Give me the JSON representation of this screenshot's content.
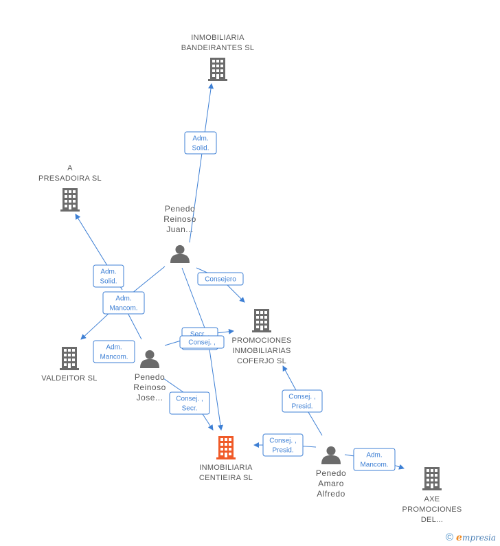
{
  "colors": {
    "edge": "#3d7fd4",
    "company": "#6b6b6b",
    "company_focus": "#f05a28",
    "person": "#6b6b6b"
  },
  "nodes": [
    {
      "id": "bandeirantes",
      "type": "company",
      "lines": [
        "INMOBILIARIA",
        "BANDEIRANTES SL"
      ],
      "icon": "building-icon"
    },
    {
      "id": "presadoira",
      "type": "company",
      "lines": [
        "A",
        "PRESADOIRA SL"
      ],
      "icon": "building-icon"
    },
    {
      "id": "juan",
      "type": "person",
      "lines": [
        "Penedo",
        "Reinoso",
        "Juan..."
      ],
      "icon": "person-icon"
    },
    {
      "id": "coferjo",
      "type": "company",
      "lines": [
        "PROMOCIONES",
        "INMOBILIARIAS",
        "COFERJO SL"
      ],
      "icon": "building-icon"
    },
    {
      "id": "valdeitor",
      "type": "company",
      "lines": [
        "VALDEITOR SL"
      ],
      "icon": "building-icon"
    },
    {
      "id": "jose",
      "type": "person",
      "lines": [
        "Penedo",
        "Reinoso",
        "Jose..."
      ],
      "icon": "person-icon"
    },
    {
      "id": "centieira",
      "type": "company_focus",
      "lines": [
        "INMOBILIARIA",
        "CENTIEIRA SL"
      ],
      "icon": "building-icon"
    },
    {
      "id": "alfredo",
      "type": "person",
      "lines": [
        "Penedo",
        "Amaro",
        "Alfredo"
      ],
      "icon": "person-icon"
    },
    {
      "id": "axe",
      "type": "company",
      "lines": [
        "AXE",
        "PROMOCIONES",
        "DEL..."
      ],
      "icon": "building-icon"
    }
  ],
  "edges": [
    {
      "id": "juan-bandeirantes",
      "lines": [
        "Adm.",
        "Solid."
      ]
    },
    {
      "id": "juan-presadoira",
      "lines": [
        "Adm.",
        "Solid."
      ]
    },
    {
      "id": "juan-valdeitor",
      "lines": [
        "Adm.",
        "Mancom."
      ]
    },
    {
      "id": "jose-valdeitor",
      "lines": [
        "Adm.",
        "Mancom."
      ]
    },
    {
      "id": "juan-coferjo",
      "lines": [
        "Consejero"
      ]
    },
    {
      "id": "jose-coferjo",
      "lines": [
        "Secr. ,",
        "Consej."
      ]
    },
    {
      "id": "juan-centieira",
      "lines": [
        "Consej. ,"
      ]
    },
    {
      "id": "jose-centieira",
      "lines": [
        "Consej. ,",
        "Secr."
      ]
    },
    {
      "id": "alfredo-coferjo",
      "lines": [
        "Consej. ,",
        "Presid."
      ]
    },
    {
      "id": "alfredo-centieira",
      "lines": [
        "Consej. ,",
        "Presid."
      ]
    },
    {
      "id": "alfredo-axe",
      "lines": [
        "Adm.",
        "Mancom."
      ]
    }
  ],
  "footer": {
    "copyright": "©",
    "brand_initial": "e",
    "brand_rest": "mpresia"
  }
}
